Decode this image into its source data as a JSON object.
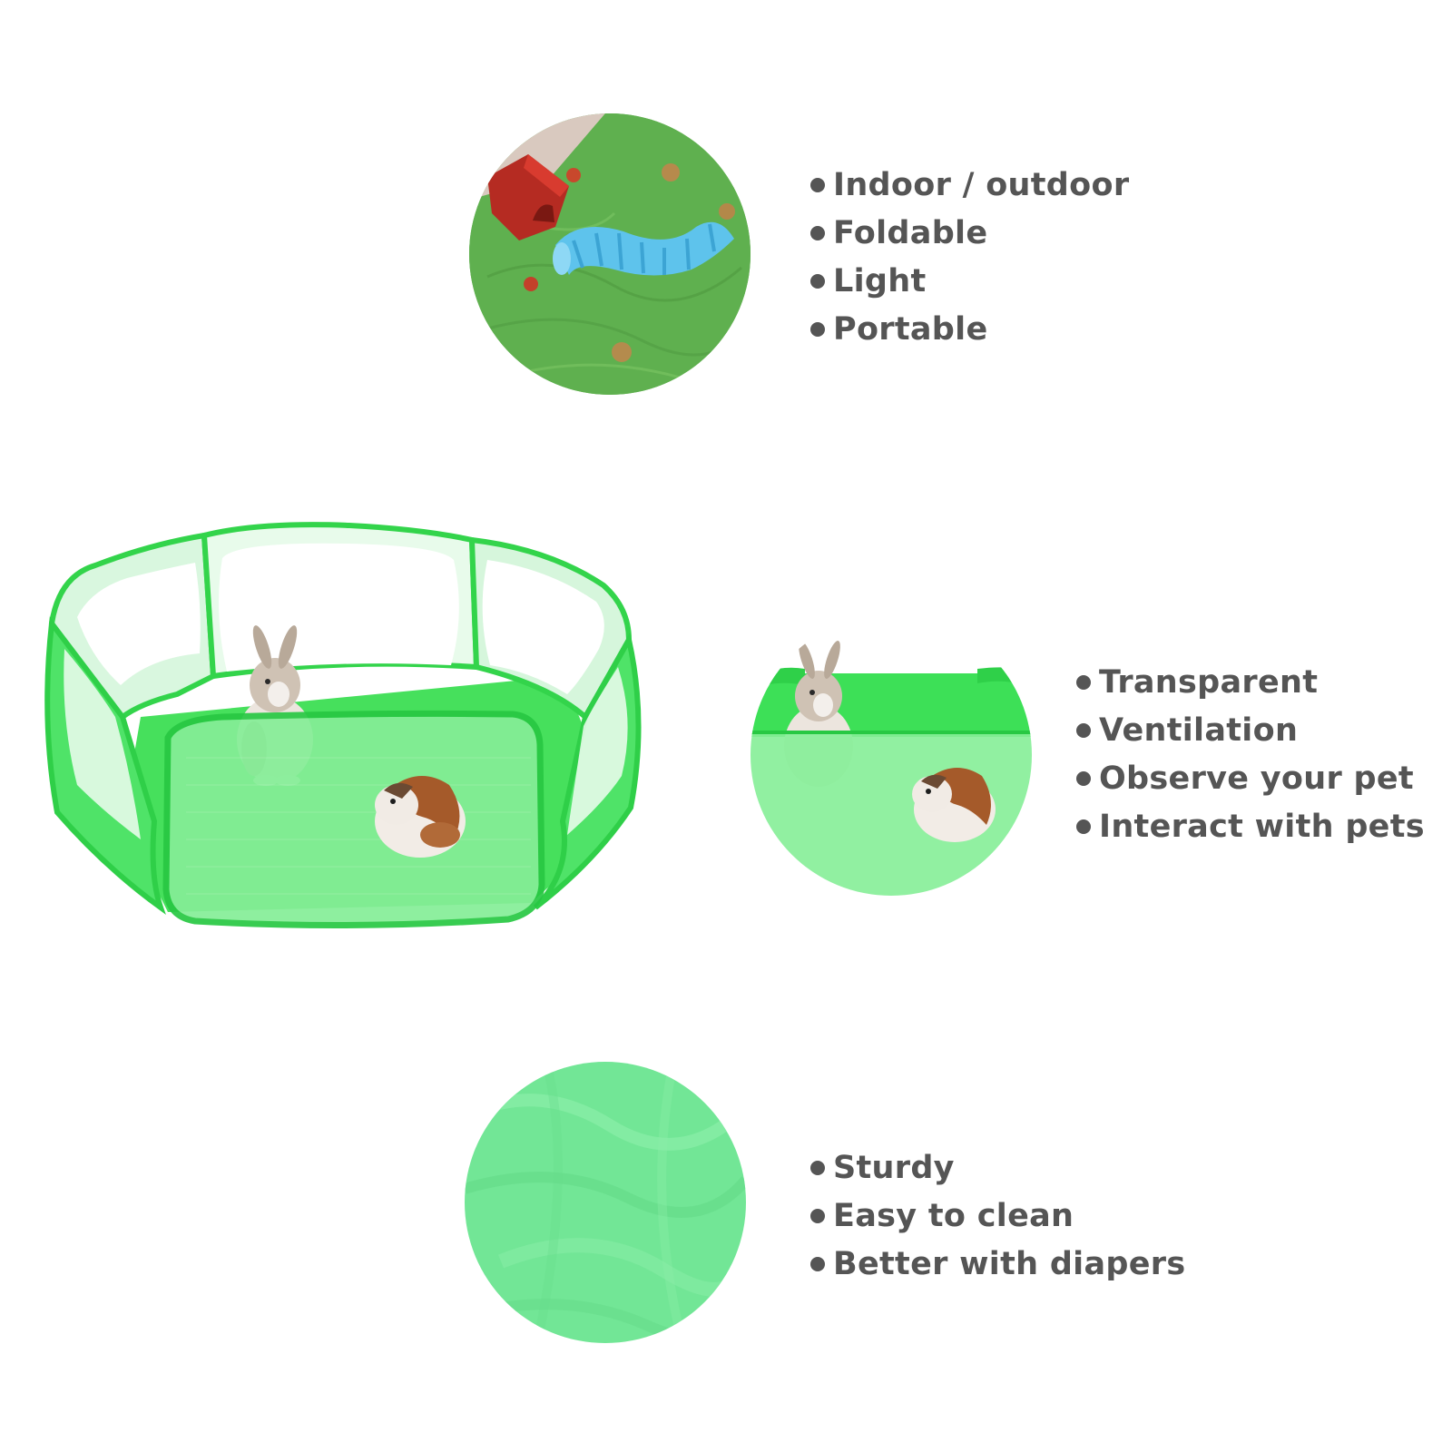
{
  "colors": {
    "bullet_text": "#555555",
    "pen_green": "#3ddc52",
    "mesh_green": "#86f09a",
    "mat_green": "#5fb04f",
    "tunnel_blue": "#5ec3ec",
    "house_red": "#b22a22"
  },
  "sections": [
    {
      "image_subject": "play-mat-with-tunnel-and-house",
      "features": [
        "Indoor / outdoor",
        "Foldable",
        "Light",
        "Portable"
      ]
    },
    {
      "image_subject": "pets-behind-transparent-mesh",
      "features": [
        "Transparent",
        "Ventilation",
        "Observe your pet",
        "Interact with pets"
      ]
    },
    {
      "image_subject": "fabric-close-up",
      "features": [
        "Sturdy",
        "Easy to clean",
        "Better with diapers"
      ]
    }
  ],
  "main_product": {
    "image_subject": "hexagonal-pop-up-playpen-with-rabbit-and-guinea-pig"
  }
}
